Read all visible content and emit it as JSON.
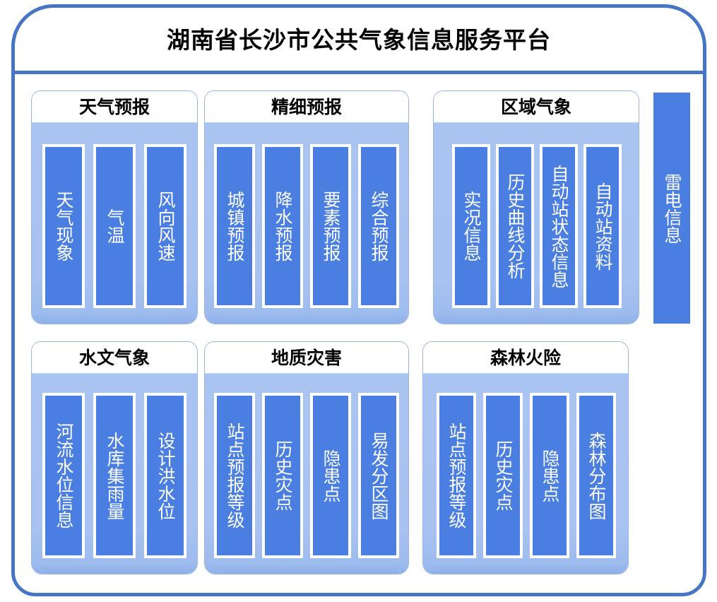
{
  "platform": {
    "title": "湖南省长沙市公共气象信息服务平台"
  },
  "colors": {
    "frame_border": "#4575c4",
    "panel_border": "#9ab4e4",
    "panel_body": "#a8c2f1",
    "bar_fill": "#4a7ee0",
    "bar_border": "#ffffff",
    "bar_text": "#ffffff",
    "title_text": "#000000"
  },
  "panels": [
    {
      "id": "weather-forecast",
      "title": "天气预报",
      "items": [
        {
          "label": "天气现象"
        },
        {
          "label": "气温"
        },
        {
          "label": "风向风速"
        }
      ]
    },
    {
      "id": "fine-forecast",
      "title": "精细预报",
      "items": [
        {
          "label": "城镇预报"
        },
        {
          "label": "降水预报"
        },
        {
          "label": "要素预报"
        },
        {
          "label": "综合预报"
        }
      ]
    },
    {
      "id": "regional-meteorology",
      "title": "区域气象",
      "items": [
        {
          "label": "实况信息"
        },
        {
          "label": "历史曲线分析"
        },
        {
          "label": "自动站状态信息"
        },
        {
          "label": "自动站资料"
        }
      ]
    },
    {
      "id": "hydro-meteorology",
      "title": "水文气象",
      "items": [
        {
          "label": "河流水位信息"
        },
        {
          "label": "水库集雨量"
        },
        {
          "label": "设计洪水位"
        }
      ]
    },
    {
      "id": "geological-disaster",
      "title": "地质灾害",
      "items": [
        {
          "label": "站点预报等级"
        },
        {
          "label": "历史灾点"
        },
        {
          "label": "隐患点"
        },
        {
          "label": "易发分区图"
        }
      ]
    },
    {
      "id": "forest-fire-risk",
      "title": "森林火险",
      "items": [
        {
          "label": "站点预报等级"
        },
        {
          "label": "历史灾点"
        },
        {
          "label": "隐患点"
        },
        {
          "label": "森林分布图"
        }
      ]
    }
  ],
  "standalone": {
    "id": "lightning-info",
    "label": "雷电信息"
  }
}
